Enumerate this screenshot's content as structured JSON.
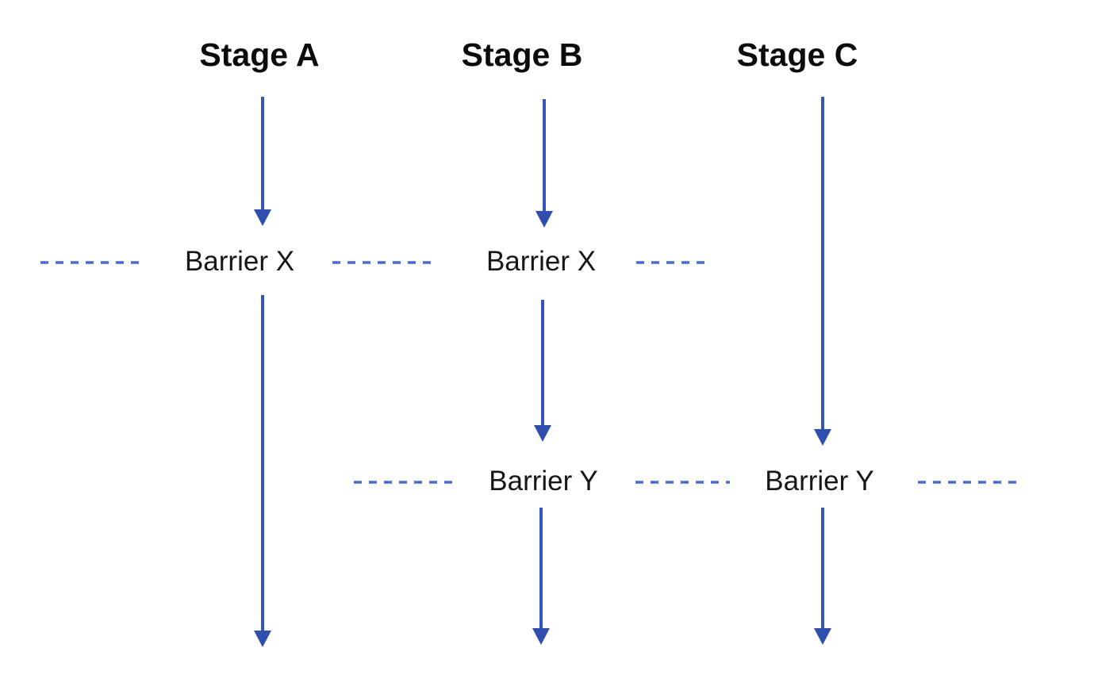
{
  "diagram": {
    "stages": [
      {
        "id": "A",
        "label": "Stage A"
      },
      {
        "id": "B",
        "label": "Stage B"
      },
      {
        "id": "C",
        "label": "Stage C"
      }
    ],
    "barrier_row_x": {
      "labels": [
        {
          "label": "Barrier X"
        },
        {
          "label": "Barrier X"
        }
      ]
    },
    "barrier_row_y": {
      "labels": [
        {
          "label": "Barrier Y"
        },
        {
          "label": "Barrier Y"
        }
      ]
    },
    "colors": {
      "arrow": "#3356bd",
      "arrow_head": "#2e4fae",
      "dash": "#4a6cd2",
      "text": "#161616",
      "background": "#ffffff"
    }
  }
}
